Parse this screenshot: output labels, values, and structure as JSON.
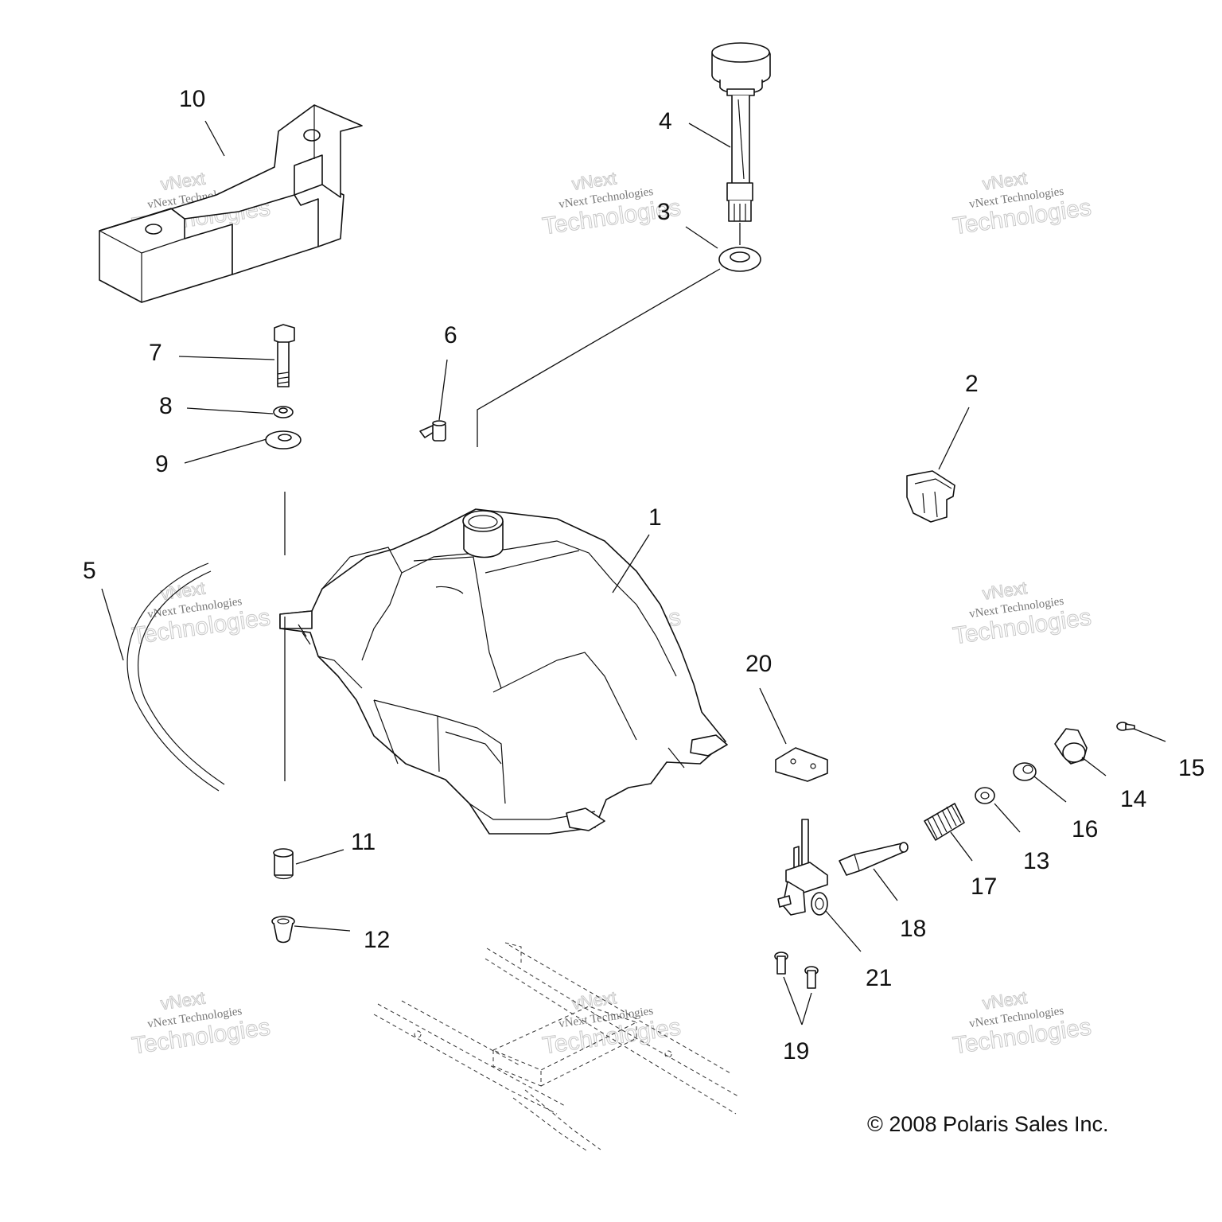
{
  "callouts": [
    {
      "id": "label-1",
      "text": "1"
    },
    {
      "id": "label-2",
      "text": "2"
    },
    {
      "id": "label-3",
      "text": "3"
    },
    {
      "id": "label-4",
      "text": "4"
    },
    {
      "id": "label-5",
      "text": "5"
    },
    {
      "id": "label-6",
      "text": "6"
    },
    {
      "id": "label-7",
      "text": "7"
    },
    {
      "id": "label-8",
      "text": "8"
    },
    {
      "id": "label-9",
      "text": "9"
    },
    {
      "id": "label-10",
      "text": "10"
    },
    {
      "id": "label-11",
      "text": "11"
    },
    {
      "id": "label-12",
      "text": "12"
    },
    {
      "id": "label-13",
      "text": "13"
    },
    {
      "id": "label-14",
      "text": "14"
    },
    {
      "id": "label-15",
      "text": "15"
    },
    {
      "id": "label-16",
      "text": "16"
    },
    {
      "id": "label-17",
      "text": "17"
    },
    {
      "id": "label-18",
      "text": "18"
    },
    {
      "id": "label-19",
      "text": "19"
    },
    {
      "id": "label-20",
      "text": "20"
    },
    {
      "id": "label-21",
      "text": "21"
    }
  ],
  "copyright": "© 2008 Polaris Sales Inc.",
  "watermark": {
    "line1": "vNext Technologies",
    "line2": "Technologies",
    "line0": "vNext"
  }
}
